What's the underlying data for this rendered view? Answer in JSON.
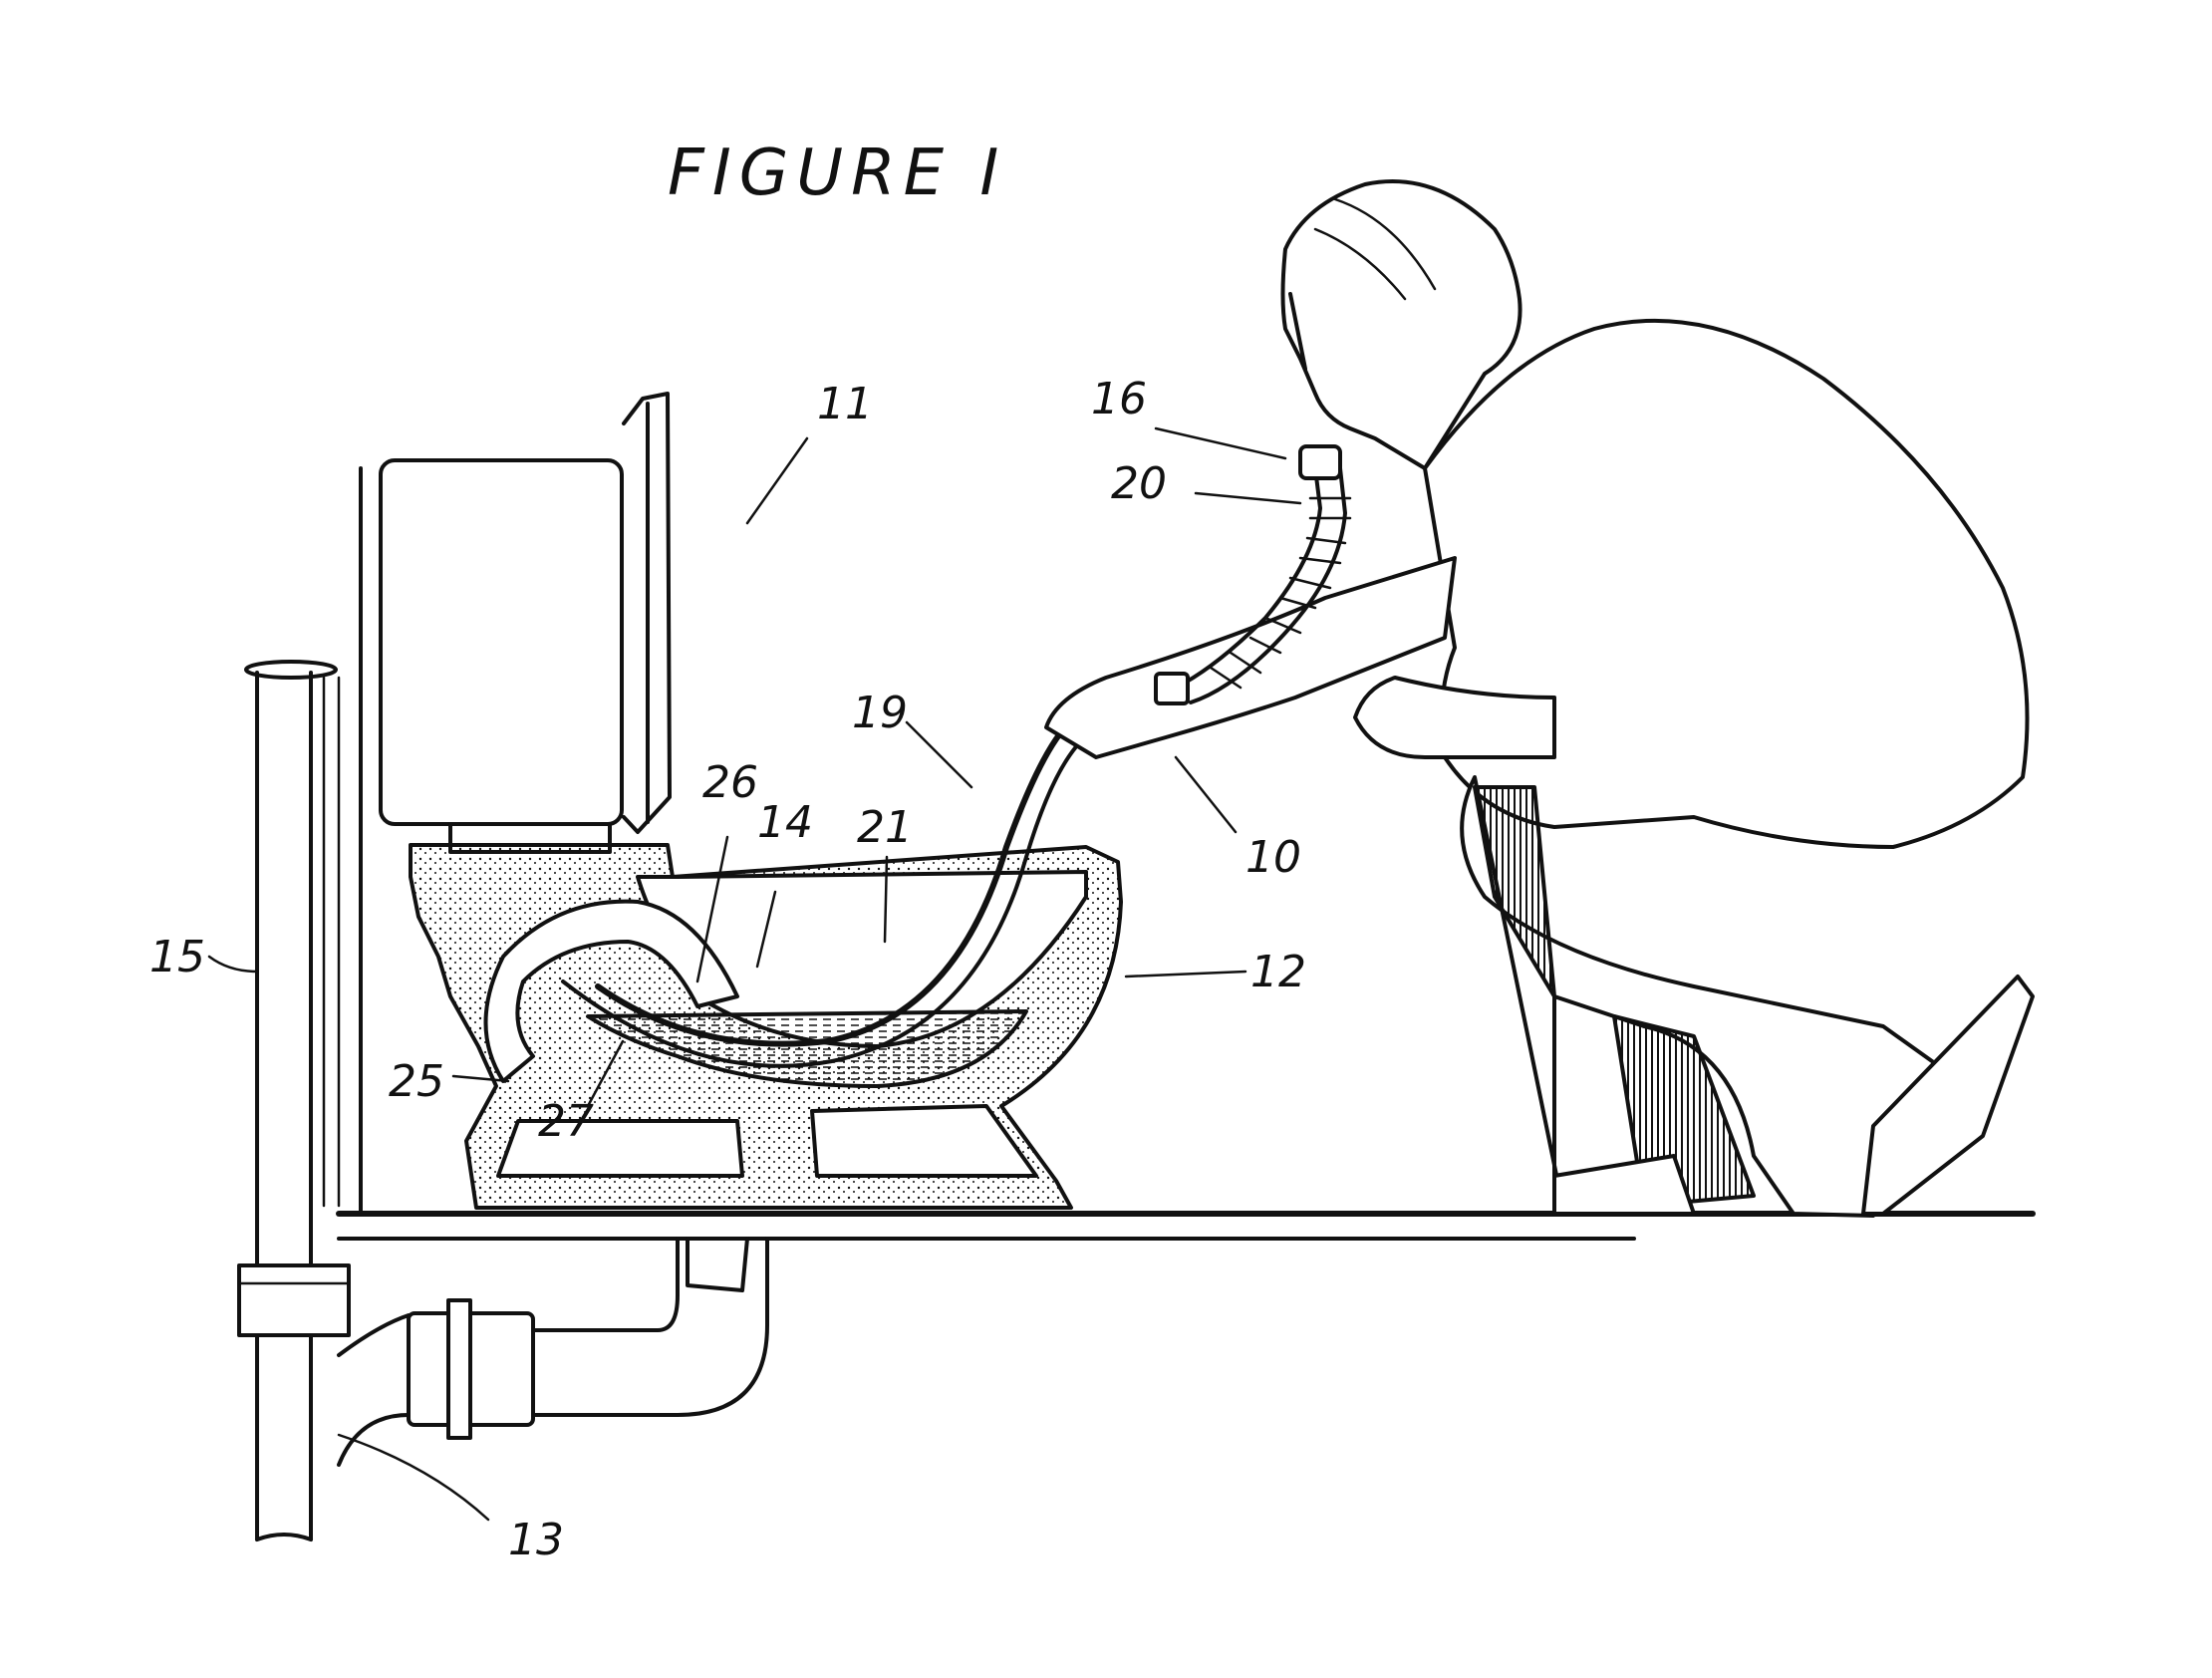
{
  "figure": {
    "title": "FIGURE I"
  },
  "labels": {
    "l10": "10",
    "l11": "11",
    "l12": "12",
    "l13": "13",
    "l14": "14",
    "l15": "15",
    "l16": "16",
    "l19": "19",
    "l20": "20",
    "l21": "21",
    "l25": "25",
    "l26": "26",
    "l27": "27"
  },
  "colors": {
    "ink": "#111111",
    "paper": "#ffffff"
  }
}
